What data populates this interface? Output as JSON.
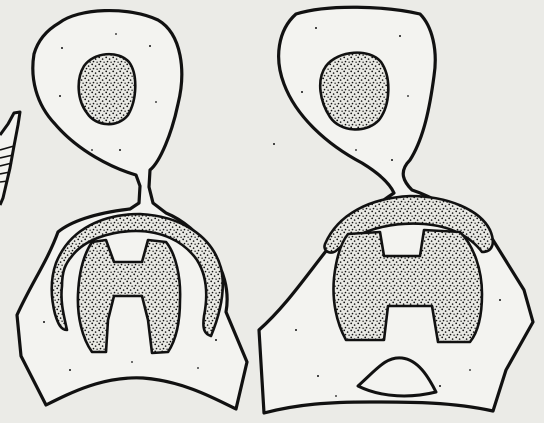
{
  "figure": {
    "panels": [
      {
        "id": "left",
        "subject": "cell-with-nucleus-and-body"
      },
      {
        "id": "right",
        "subject": "cell-with-nucleus-and-body"
      }
    ],
    "colors": {
      "paper": "#ebebe7",
      "cell_fill": "#f3f3f0",
      "ink": "#111111"
    }
  }
}
